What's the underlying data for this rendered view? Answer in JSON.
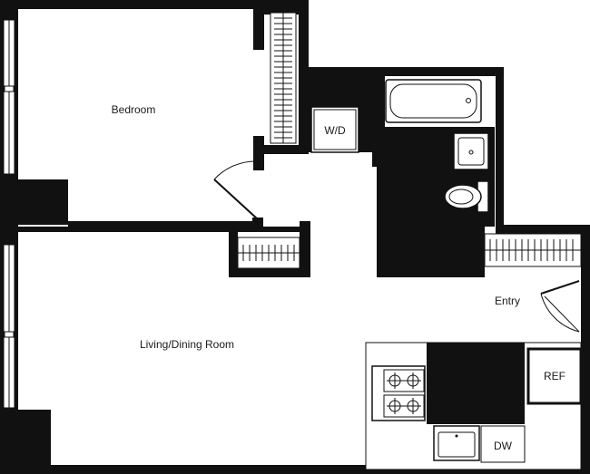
{
  "floorplan": {
    "rooms": {
      "bedroom": "Bedroom",
      "living": "Living/Dining Room",
      "entry": "Entry"
    },
    "fixtures": {
      "washer_dryer": "W/D",
      "refrigerator": "REF",
      "dishwasher": "DW"
    }
  }
}
